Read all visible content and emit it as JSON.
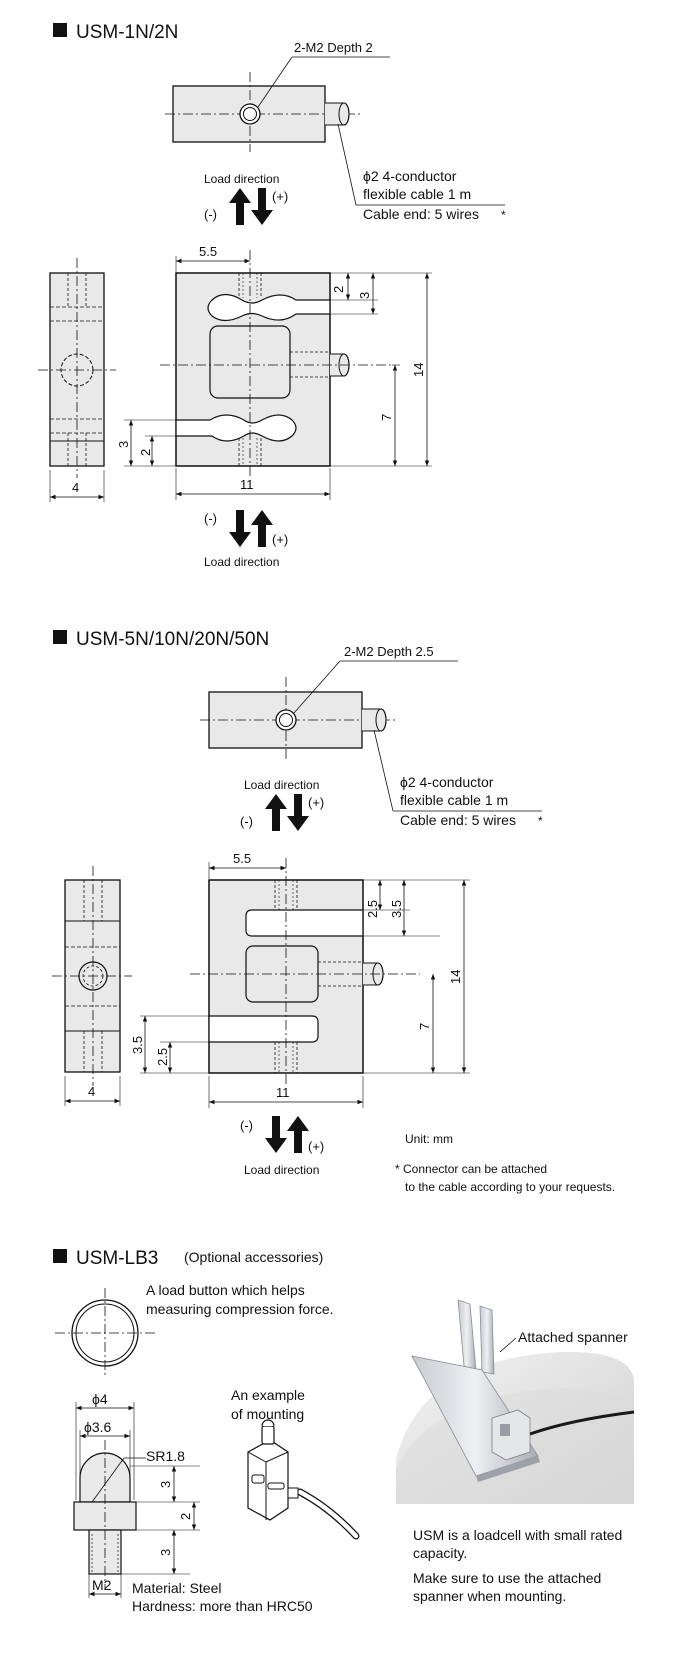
{
  "sections": {
    "usm1": {
      "title": "USM-1N/2N",
      "depth_label": "2-M2 Depth 2",
      "cable_line1": "ϕ2 4-conductor",
      "cable_line2": "flexible cable 1 m",
      "cable_line3": "Cable end: 5 wires",
      "asterisk": "*",
      "load_top": "Load direction",
      "load_bottom": "Load direction",
      "minus": "(-)",
      "plus": "(+)",
      "dims": {
        "w_top": "5.5",
        "d2": "2",
        "d3": "3",
        "d14": "14",
        "d7": "7",
        "d3b": "3",
        "d2b": "2",
        "w4": "4",
        "w11": "11"
      }
    },
    "usm5": {
      "title": "USM-5N/10N/20N/50N",
      "depth_label": "2-M2 Depth 2.5",
      "cable_line1": "ϕ2 4-conductor",
      "cable_line2": "flexible cable 1 m",
      "cable_line3": "Cable end: 5 wires",
      "asterisk": "*",
      "load_top": "Load direction",
      "load_bottom": "Load direction",
      "minus": "(-)",
      "plus": "(+)",
      "dims": {
        "w_top": "5.5",
        "d25": "2.5",
        "d35": "3.5",
        "d14": "14",
        "d7": "7",
        "d35b": "3.5",
        "d25b": "2.5",
        "w4": "4",
        "w11": "11"
      }
    },
    "notes": {
      "unit": "Unit: mm",
      "note_line1": "* Connector can be attached",
      "note_line2": "to the cable according to your requests."
    },
    "lb3": {
      "title": "USM-LB3",
      "subtitle": "(Optional accessories)",
      "desc_line1": "A load button which helps",
      "desc_line2": "measuring compression force.",
      "phi4": "ϕ4",
      "phi36": "ϕ3.6",
      "sr": "SR1.8",
      "d3a": "3",
      "d2": "2",
      "d3b": "3",
      "m2": "M2",
      "example_line1": "An example",
      "example_line2": "of mounting",
      "material": "Material: Steel",
      "hardness": "Hardness: more than HRC50",
      "spanner": "Attached spanner",
      "usm_line1": "USM is a loadcell with small rated",
      "usm_line2": "capacity.",
      "mount_line1": "Make sure to use the attached",
      "mount_line2": "spanner when mounting."
    }
  }
}
